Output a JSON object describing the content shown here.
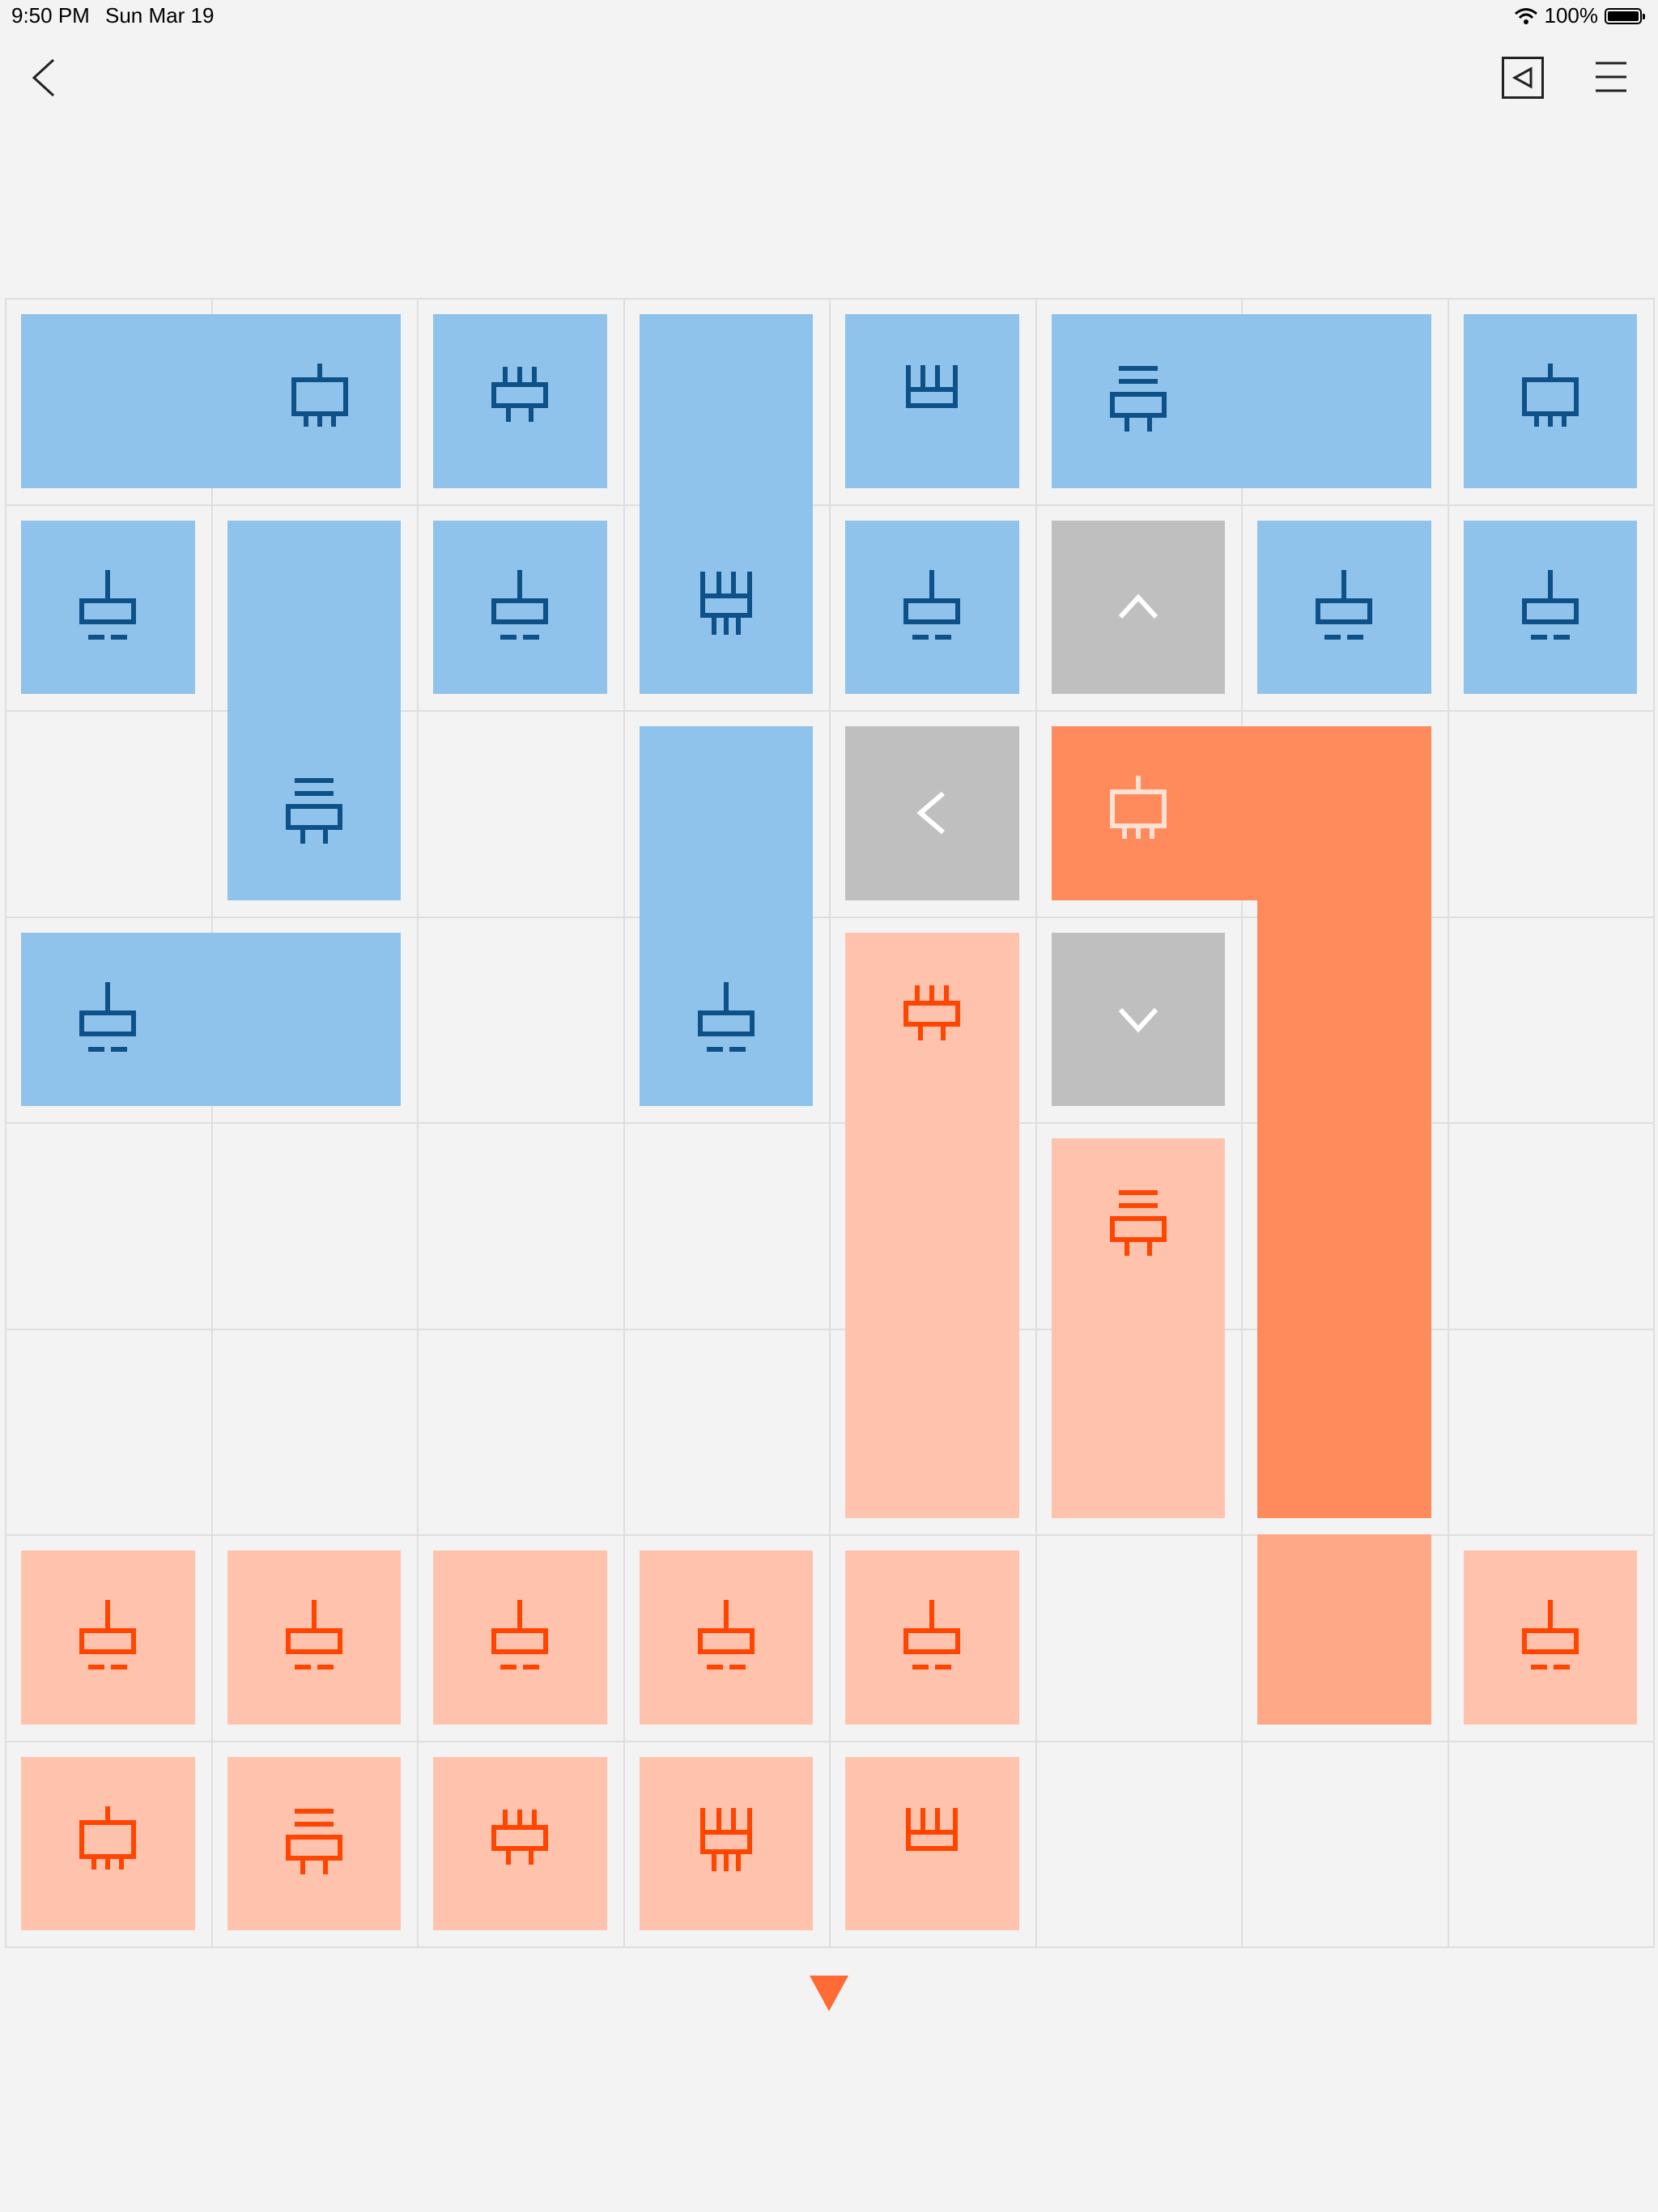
{
  "status_bar": {
    "time": "9:50 PM",
    "date": "Sun Mar 19",
    "battery": "100%"
  },
  "nav": {
    "back_icon": "chevron-left-icon",
    "hint_icon": "hint-triangle-icon",
    "menu_icon": "hamburger-menu-icon"
  },
  "colors": {
    "background": "#f3f3f3",
    "grid_line": "#dedede",
    "blue_piece": "#8fc3eb",
    "blue_icon": "#0e5189",
    "salmon_piece": "#ffc3ad",
    "orange_icon": "#ff4500",
    "gray_piece": "#bfbfbf",
    "selected_piece": "#ff8a5b",
    "selected_piece_shadow": "#ffa888",
    "drop_marker": "#ff6a35"
  },
  "board": {
    "columns": 8,
    "rows": 8,
    "pieces": [
      {
        "id": "b1",
        "color": "blue",
        "cells": [
          [
            0,
            0
          ],
          [
            0,
            1
          ]
        ],
        "icon": "plug-icon",
        "icon_cell": [
          0,
          1
        ],
        "icon_at": "right"
      },
      {
        "id": "b2",
        "color": "blue",
        "cells": [
          [
            0,
            2
          ]
        ],
        "icon": "comb-icon",
        "icon_cell": [
          0,
          2
        ]
      },
      {
        "id": "b3",
        "color": "blue",
        "cells": [
          [
            0,
            3
          ],
          [
            1,
            3
          ]
        ],
        "icon": "fork-icon",
        "icon_cell": [
          1,
          3
        ]
      },
      {
        "id": "b4",
        "color": "blue",
        "cells": [
          [
            0,
            4
          ]
        ],
        "icon": "rake-icon",
        "icon_cell": [
          0,
          4
        ]
      },
      {
        "id": "b5",
        "color": "blue",
        "cells": [
          [
            0,
            5
          ],
          [
            0,
            6
          ]
        ],
        "icon": "stack-icon",
        "icon_cell": [
          0,
          5
        ]
      },
      {
        "id": "b6",
        "color": "blue",
        "cells": [
          [
            0,
            7
          ]
        ],
        "icon": "plug-icon",
        "icon_cell": [
          0,
          7
        ]
      },
      {
        "id": "b7",
        "color": "blue",
        "cells": [
          [
            1,
            0
          ]
        ],
        "icon": "capacitor-icon",
        "icon_cell": [
          1,
          0
        ]
      },
      {
        "id": "b8",
        "color": "blue",
        "cells": [
          [
            1,
            1
          ],
          [
            2,
            1
          ]
        ],
        "icon": "stack-icon",
        "icon_cell": [
          2,
          1
        ]
      },
      {
        "id": "b9",
        "color": "blue",
        "cells": [
          [
            1,
            2
          ]
        ],
        "icon": "capacitor-icon",
        "icon_cell": [
          1,
          2
        ]
      },
      {
        "id": "b10",
        "color": "blue",
        "cells": [
          [
            1,
            4
          ]
        ],
        "icon": "capacitor-icon",
        "icon_cell": [
          1,
          4
        ]
      },
      {
        "id": "g1",
        "color": "gray",
        "cells": [
          [
            1,
            5
          ]
        ],
        "icon": "chevron-up-icon",
        "icon_cell": [
          1,
          5
        ]
      },
      {
        "id": "b11",
        "color": "blue",
        "cells": [
          [
            1,
            6
          ]
        ],
        "icon": "capacitor-icon",
        "icon_cell": [
          1,
          6
        ]
      },
      {
        "id": "b12",
        "color": "blue",
        "cells": [
          [
            1,
            7
          ]
        ],
        "icon": "capacitor-icon",
        "icon_cell": [
          1,
          7
        ]
      },
      {
        "id": "b13",
        "color": "blue",
        "cells": [
          [
            2,
            3
          ],
          [
            3,
            3
          ]
        ],
        "icon": "capacitor-icon",
        "icon_cell": [
          3,
          3
        ]
      },
      {
        "id": "g2",
        "color": "gray",
        "cells": [
          [
            2,
            4
          ]
        ],
        "icon": "chevron-left-icon",
        "icon_cell": [
          2,
          4
        ]
      },
      {
        "id": "o1",
        "color": "orange",
        "cells": [
          [
            2,
            5
          ],
          [
            2,
            6
          ],
          [
            3,
            6
          ],
          [
            4,
            6
          ],
          [
            5,
            6
          ]
        ],
        "icon": "plug-icon",
        "icon_cell": [
          2,
          5
        ],
        "selected": true
      },
      {
        "id": "b14",
        "color": "blue",
        "cells": [
          [
            3,
            0
          ],
          [
            3,
            1
          ]
        ],
        "icon": "capacitor-icon",
        "icon_cell": [
          3,
          0
        ]
      },
      {
        "id": "s1",
        "color": "salmon",
        "cells": [
          [
            3,
            4
          ],
          [
            4,
            4
          ],
          [
            5,
            4
          ]
        ],
        "icon": "comb-icon",
        "icon_cell": [
          3,
          4
        ]
      },
      {
        "id": "g3",
        "color": "gray",
        "cells": [
          [
            3,
            5
          ]
        ],
        "icon": "chevron-down-icon",
        "icon_cell": [
          3,
          5
        ]
      },
      {
        "id": "s2",
        "color": "salmon",
        "cells": [
          [
            4,
            5
          ],
          [
            5,
            5
          ]
        ],
        "icon": "stack-icon",
        "icon_cell": [
          4,
          5
        ]
      },
      {
        "id": "s3",
        "color": "salmon",
        "cells": [
          [
            6,
            0
          ]
        ],
        "icon": "capacitor-icon",
        "icon_cell": [
          6,
          0
        ]
      },
      {
        "id": "s4",
        "color": "salmon",
        "cells": [
          [
            6,
            1
          ]
        ],
        "icon": "capacitor-icon",
        "icon_cell": [
          6,
          1
        ]
      },
      {
        "id": "s5",
        "color": "salmon",
        "cells": [
          [
            6,
            2
          ]
        ],
        "icon": "capacitor-icon",
        "icon_cell": [
          6,
          2
        ]
      },
      {
        "id": "s6",
        "color": "salmon",
        "cells": [
          [
            6,
            3
          ]
        ],
        "icon": "capacitor-icon",
        "icon_cell": [
          6,
          3
        ]
      },
      {
        "id": "s7",
        "color": "salmon",
        "cells": [
          [
            6,
            4
          ]
        ],
        "icon": "capacitor-icon",
        "icon_cell": [
          6,
          4
        ]
      },
      {
        "id": "s8",
        "color": "salmon",
        "cells": [
          [
            6,
            7
          ]
        ],
        "icon": "capacitor-icon",
        "icon_cell": [
          6,
          7
        ]
      },
      {
        "id": "s9",
        "color": "salmon",
        "cells": [
          [
            7,
            0
          ]
        ],
        "icon": "plug-icon",
        "icon_cell": [
          7,
          0
        ]
      },
      {
        "id": "s10",
        "color": "salmon",
        "cells": [
          [
            7,
            1
          ]
        ],
        "icon": "stack-icon",
        "icon_cell": [
          7,
          1
        ]
      },
      {
        "id": "s11",
        "color": "salmon",
        "cells": [
          [
            7,
            2
          ]
        ],
        "icon": "comb-icon",
        "icon_cell": [
          7,
          2
        ]
      },
      {
        "id": "s12",
        "color": "salmon",
        "cells": [
          [
            7,
            3
          ]
        ],
        "icon": "fork-icon",
        "icon_cell": [
          7,
          3
        ]
      },
      {
        "id": "s13",
        "color": "salmon",
        "cells": [
          [
            7,
            4
          ]
        ],
        "icon": "rake-icon",
        "icon_cell": [
          7,
          4
        ]
      }
    ],
    "selected_target_cells": [
      [
        6,
        6
      ]
    ],
    "drop_marker_icon": "drop-arrow-icon"
  }
}
